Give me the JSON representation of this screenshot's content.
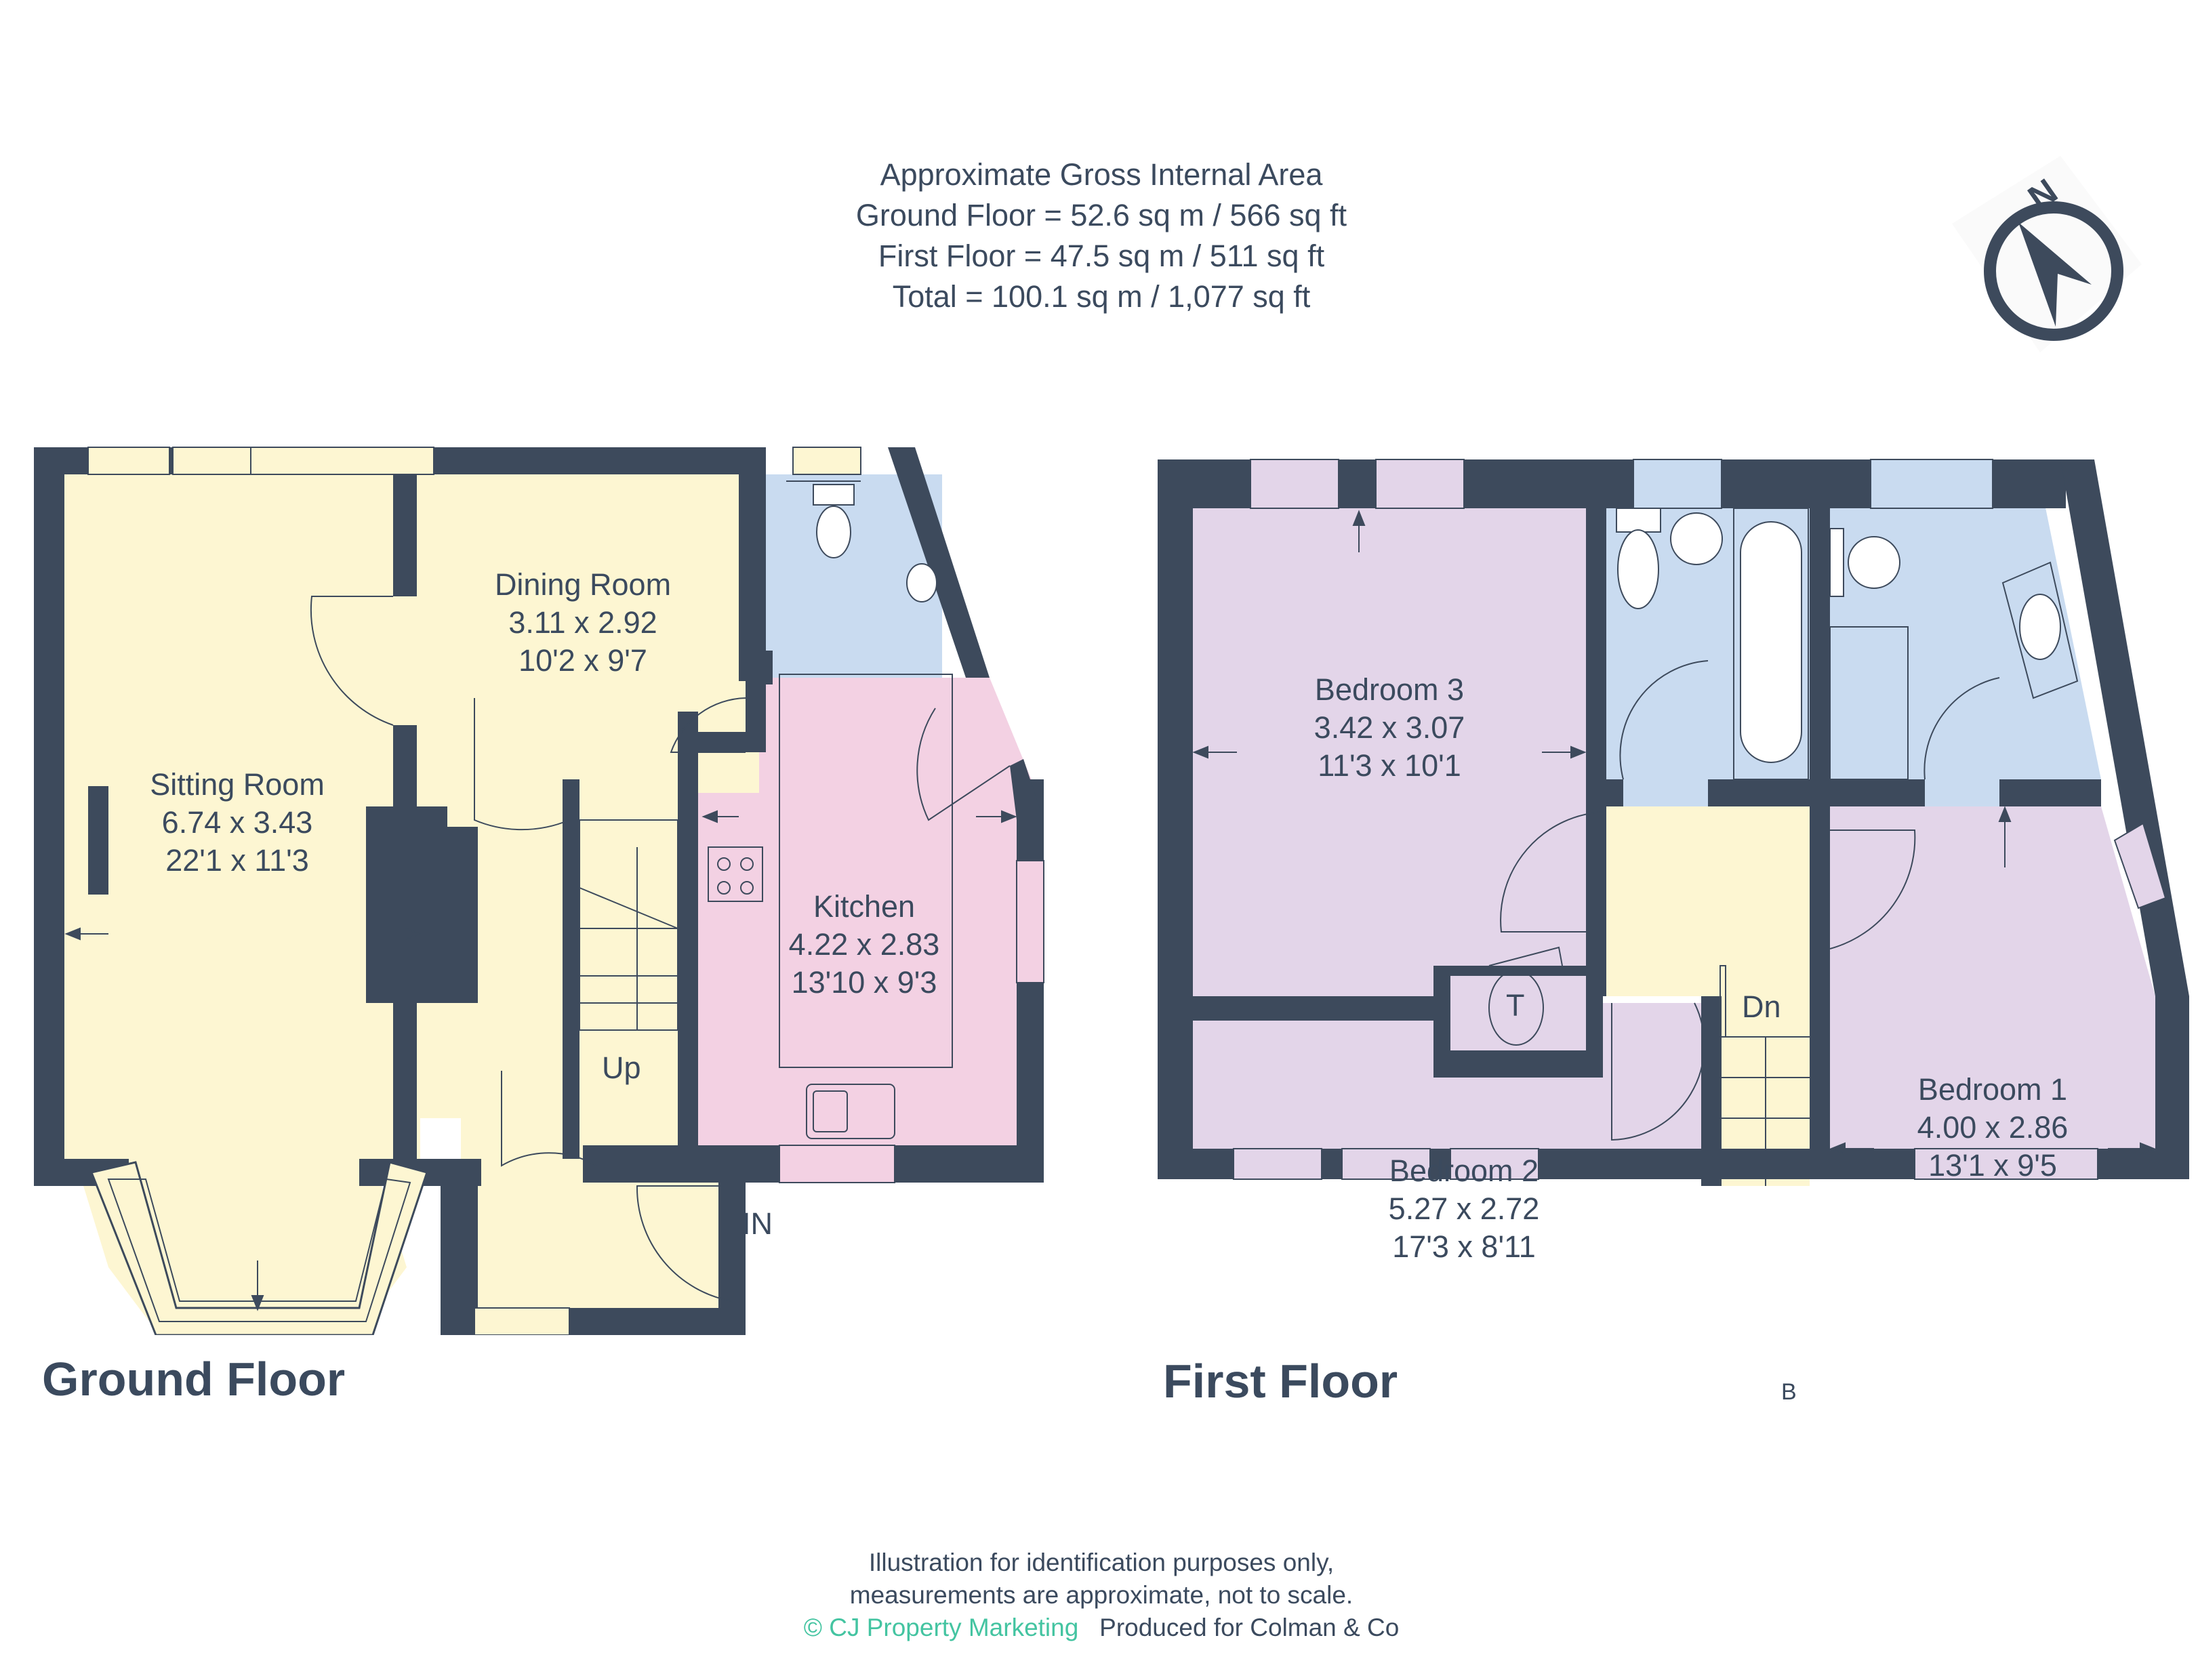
{
  "header": {
    "title": "Approximate Gross Internal Area",
    "ground_floor_area": "Ground Floor = 52.6 sq m / 566 sq ft",
    "first_floor_area": "First Floor = 47.5 sq m / 511 sq ft",
    "total_area": "Total = 100.1 sq m / 1,077 sq ft"
  },
  "compass": {
    "label": "N",
    "icon": "north-arrow-icon"
  },
  "colors": {
    "wall": "#3d4a5c",
    "living": "#fdf6d2",
    "kitchen": "#f3d1e3",
    "bathroom": "#c9dbf0",
    "bedroom": "#e3d5e9",
    "landing": "#fdf6d2",
    "brand": "#44c4a1",
    "text": "#3b4a5e"
  },
  "ground_floor": {
    "title": "Ground Floor",
    "rooms": [
      {
        "name": "Sitting Room",
        "metric": "6.74 x 3.43",
        "imperial": "22'1 x 11'3"
      },
      {
        "name": "Dining Room",
        "metric": "3.11 x 2.92",
        "imperial": "10'2 x 9'7"
      },
      {
        "name": "Kitchen",
        "metric": "4.22 x 2.83",
        "imperial": "13'10 x 9'3"
      }
    ],
    "stairs_label": "Up",
    "entrance_label": "IN"
  },
  "first_floor": {
    "title": "First Floor",
    "rooms": [
      {
        "name": "Bedroom 3",
        "metric": "3.42 x 3.07",
        "imperial": "11'3 x 10'1"
      },
      {
        "name": "Bedroom 2",
        "metric": "5.27 x 2.72",
        "imperial": "17'3 x 8'11"
      },
      {
        "name": "Bedroom 1",
        "metric": "4.00 x 2.86",
        "imperial": "13'1 x 9'5"
      }
    ],
    "stairs_label": "Dn",
    "tank_label": "T",
    "boiler_label": "B"
  },
  "footer": {
    "disclaimer_line1": "Illustration for identification purposes only,",
    "disclaimer_line2": "measurements are approximate, not to scale.",
    "brand": "© CJ Property Marketing",
    "produced_for": "Produced for Colman & Co"
  }
}
